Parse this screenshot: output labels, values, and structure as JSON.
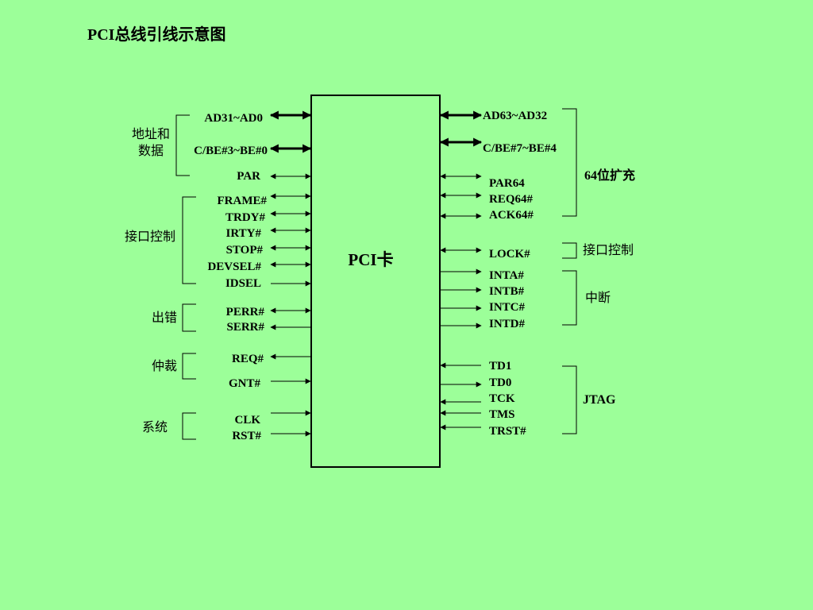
{
  "title": "PCI总线引线示意图",
  "card_label": "PCI卡",
  "left_signals": [
    {
      "label": "AD31~AD0",
      "dir": "both",
      "thick": true
    },
    {
      "label": "C/BE#3~BE#0",
      "dir": "both",
      "thick": true
    },
    {
      "label": "PAR",
      "dir": "both",
      "thick": false
    },
    {
      "label": "FRAME#",
      "dir": "both",
      "thick": false
    },
    {
      "label": "TRDY#",
      "dir": "both",
      "thick": false
    },
    {
      "label": "IRTY#",
      "dir": "both",
      "thick": false
    },
    {
      "label": "STOP#",
      "dir": "both",
      "thick": false
    },
    {
      "label": "DEVSEL#",
      "dir": "both",
      "thick": false
    },
    {
      "label": "IDSEL",
      "dir": "in",
      "thick": false
    },
    {
      "label": "PERR#",
      "dir": "both",
      "thick": false
    },
    {
      "label": "SERR#",
      "dir": "out",
      "thick": false
    },
    {
      "label": "REQ#",
      "dir": "out",
      "thick": false
    },
    {
      "label": "GNT#",
      "dir": "in",
      "thick": false
    },
    {
      "label": "CLK",
      "dir": "in",
      "thick": false
    },
    {
      "label": "RST#",
      "dir": "in",
      "thick": false
    }
  ],
  "right_signals": [
    {
      "label": "AD63~AD32",
      "dir": "both",
      "thick": true
    },
    {
      "label": "C/BE#7~BE#4",
      "dir": "both",
      "thick": true
    },
    {
      "label": "PAR64",
      "dir": "both",
      "thick": false
    },
    {
      "label": "REQ64#",
      "dir": "both",
      "thick": false
    },
    {
      "label": "ACK64#",
      "dir": "both",
      "thick": false
    },
    {
      "label": "LOCK#",
      "dir": "both",
      "thick": false
    },
    {
      "label": "INTA#",
      "dir": "out",
      "thick": false
    },
    {
      "label": "INTB#",
      "dir": "out",
      "thick": false
    },
    {
      "label": "INTC#",
      "dir": "out",
      "thick": false
    },
    {
      "label": "INTD#",
      "dir": "out",
      "thick": false
    },
    {
      "label": "TD1",
      "dir": "in",
      "thick": false
    },
    {
      "label": "TD0",
      "dir": "out",
      "thick": false
    },
    {
      "label": "TCK",
      "dir": "in",
      "thick": false
    },
    {
      "label": "TMS",
      "dir": "in",
      "thick": false
    },
    {
      "label": "TRST#",
      "dir": "in",
      "thick": false
    }
  ],
  "left_groups": [
    {
      "label_lines": [
        "地址和",
        "数据"
      ]
    },
    {
      "label_lines": [
        "接口控制"
      ]
    },
    {
      "label_lines": [
        "出错"
      ]
    },
    {
      "label_lines": [
        "仲裁"
      ]
    },
    {
      "label_lines": [
        "系统"
      ]
    }
  ],
  "right_groups": [
    {
      "label_lines": [
        "64位扩充"
      ]
    },
    {
      "label_lines": [
        "接口控制"
      ]
    },
    {
      "label_lines": [
        "中断"
      ]
    },
    {
      "label_lines": [
        "JTAG"
      ]
    }
  ]
}
